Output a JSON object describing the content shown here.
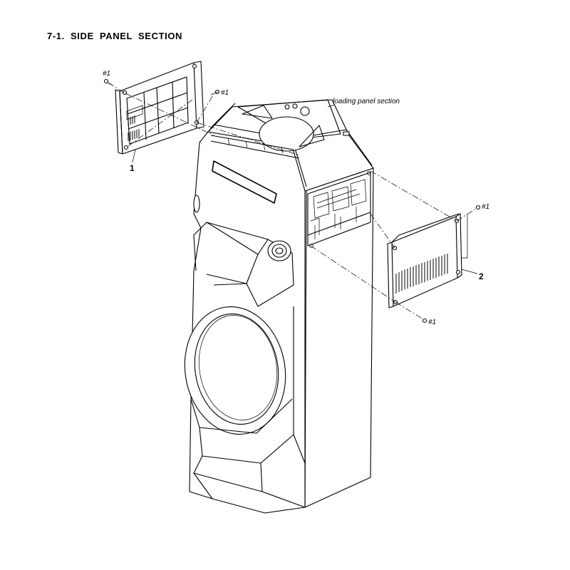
{
  "page": {
    "title": "7-1.   SIDE PANEL SECTION"
  },
  "labels": {
    "screw_ref": "#1",
    "part_1": "1",
    "part_2": "2",
    "loading_panel": "loading panel section"
  }
}
